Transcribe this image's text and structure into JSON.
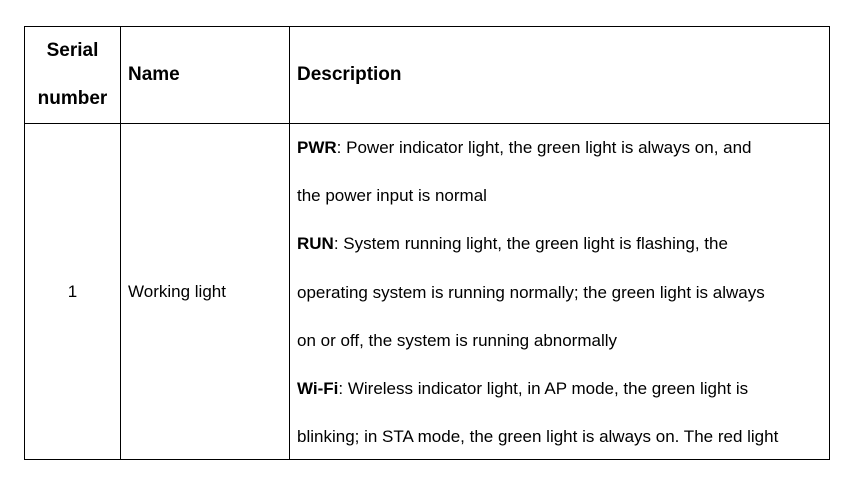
{
  "table": {
    "headers": {
      "serial_line1": "Serial",
      "serial_line2": "number",
      "name": "Name",
      "description": "Description"
    },
    "row": {
      "serial": "1",
      "name": "Working light",
      "lines": [
        {
          "keyword": "PWR",
          "text": ":  Power indicator light, the green light is always on, and"
        },
        {
          "keyword": "",
          "text": "the power input is normal"
        },
        {
          "keyword": "RUN",
          "text": ":  System running light, the green light is flashing, the"
        },
        {
          "keyword": "",
          "text": "operating system is running normally; the green light is always"
        },
        {
          "keyword": "",
          "text": "on or off, the system is running abnormally"
        },
        {
          "keyword": "Wi-Fi",
          "text": ":  Wireless indicator light, in AP mode, the green light is"
        },
        {
          "keyword": "",
          "text": "blinking; in STA mode, the green light is always on. The red light"
        }
      ]
    }
  }
}
